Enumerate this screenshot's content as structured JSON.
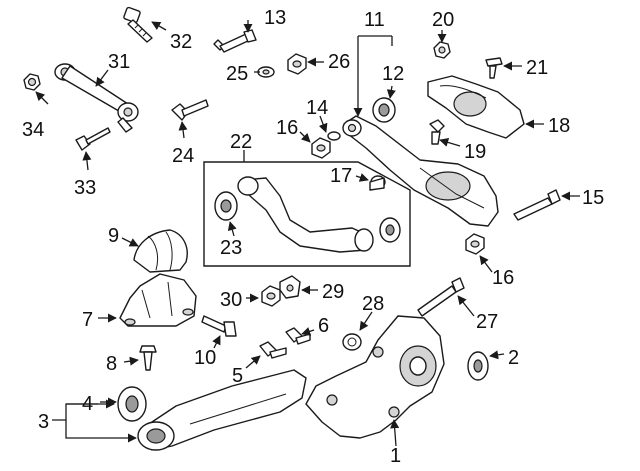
{
  "callouts": {
    "c1": "1",
    "c2": "2",
    "c3": "3",
    "c4": "4",
    "c5": "5",
    "c6": "6",
    "c7": "7",
    "c8": "8",
    "c9": "9",
    "c10": "10",
    "c11": "11",
    "c12": "12",
    "c13": "13",
    "c14": "14",
    "c15": "15",
    "c16a": "16",
    "c16b": "16",
    "c17": "17",
    "c18": "18",
    "c19": "19",
    "c20": "20",
    "c21": "21",
    "c22": "22",
    "c23": "23",
    "c24": "24",
    "c25": "25",
    "c26": "26",
    "c27": "27",
    "c28": "28",
    "c29": "29",
    "c30": "30",
    "c31": "31",
    "c32": "32",
    "c33": "33",
    "c34": "34"
  }
}
